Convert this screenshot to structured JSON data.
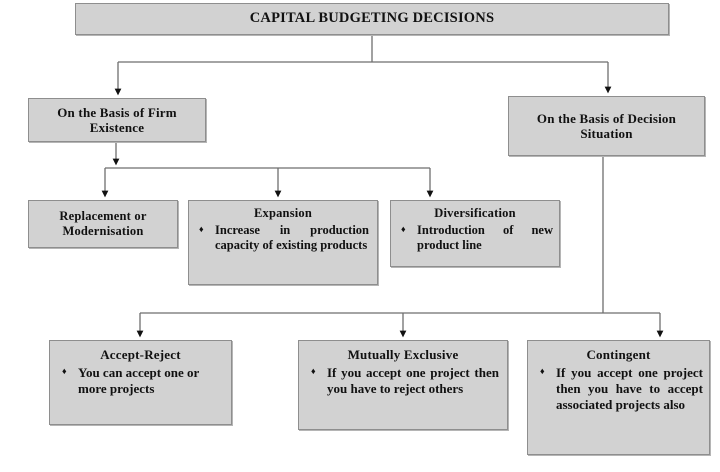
{
  "diagram": {
    "title": "CAPITAL BUDGETING DECISIONS",
    "colors": {
      "node_fill": "#d2d2d2",
      "node_border": "#8e8e8e",
      "connector": "#6e6e6e",
      "text": "#111111",
      "background": "#ffffff"
    },
    "bullet_glyph": "♦",
    "nodes": {
      "root": {
        "label": "CAPITAL BUDGETING DECISIONS"
      },
      "firm_existence": {
        "label": "On the Basis of Firm Existence"
      },
      "decision_situation": {
        "label": "On the Basis of Decision Situation"
      },
      "replacement": {
        "label": "Replacement or Modernisation",
        "bullets": []
      },
      "expansion": {
        "label": "Expansion",
        "bullets": [
          "Increase in production capacity of existing products"
        ]
      },
      "diversification": {
        "label": "Diversification",
        "bullets": [
          "Introduction of new product line"
        ]
      },
      "accept_reject": {
        "label": "Accept-Reject",
        "bullets": [
          "You can accept one or more projects"
        ]
      },
      "mutually_exclusive": {
        "label": "Mutually Exclusive",
        "bullets": [
          "If you accept one project then you have to reject others"
        ]
      },
      "contingent": {
        "label": "Contingent",
        "bullets": [
          "If you accept one project then you have to accept associated projects also"
        ]
      }
    }
  }
}
